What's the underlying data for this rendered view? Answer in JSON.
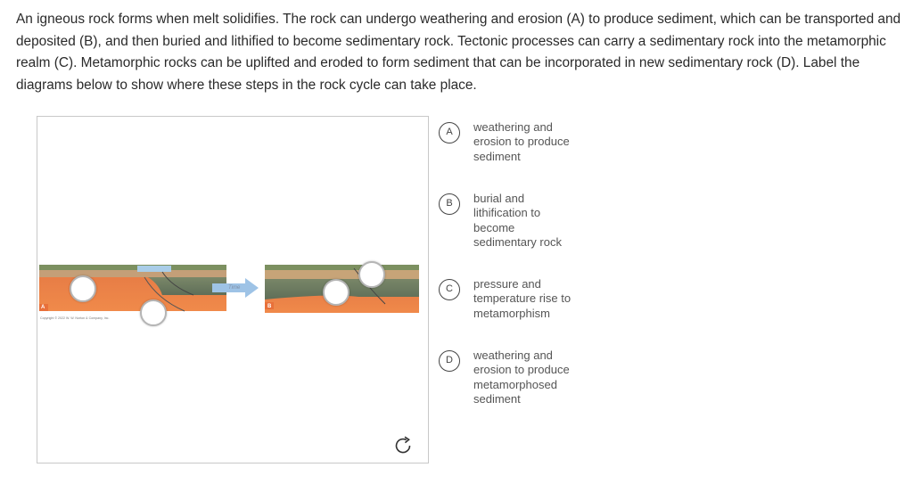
{
  "question": {
    "text": "An igneous rock forms when melt solidifies. The rock can undergo weathering and erosion (A) to produce sediment, which can be transported and deposited (B), and then buried and lithified to become sedimentary rock. Tectonic processes can carry a sedimentary rock into the metamorphic realm (C). Metamorphic rocks can be uplifted and eroded to form sediment that can be incorporated in new sedimentary rock (D). Label the diagrams below to show where these steps in the rock cycle can take place."
  },
  "diagram": {
    "panel_a_label": "A",
    "panel_b_label": "B",
    "arrow_label": "Time",
    "copyright": "Copyright © 2022 W. W. Norton & Company, Inc.",
    "colors": {
      "mantle": "#e8703a",
      "crust": "#6b7d63",
      "sediment": "#c9a37a",
      "water": "#a9cde8",
      "arrow": "#9ec3e6"
    }
  },
  "choices": [
    {
      "letter": "A",
      "text": "weathering and erosion to produce sediment"
    },
    {
      "letter": "B",
      "text": "burial and lithification to become sedimentary rock"
    },
    {
      "letter": "C",
      "text": "pressure and temperature rise to metamorphism"
    },
    {
      "letter": "D",
      "text": "weathering and erosion to produce metamorphosed sediment"
    }
  ],
  "reset": {
    "icon": "reset-icon"
  }
}
